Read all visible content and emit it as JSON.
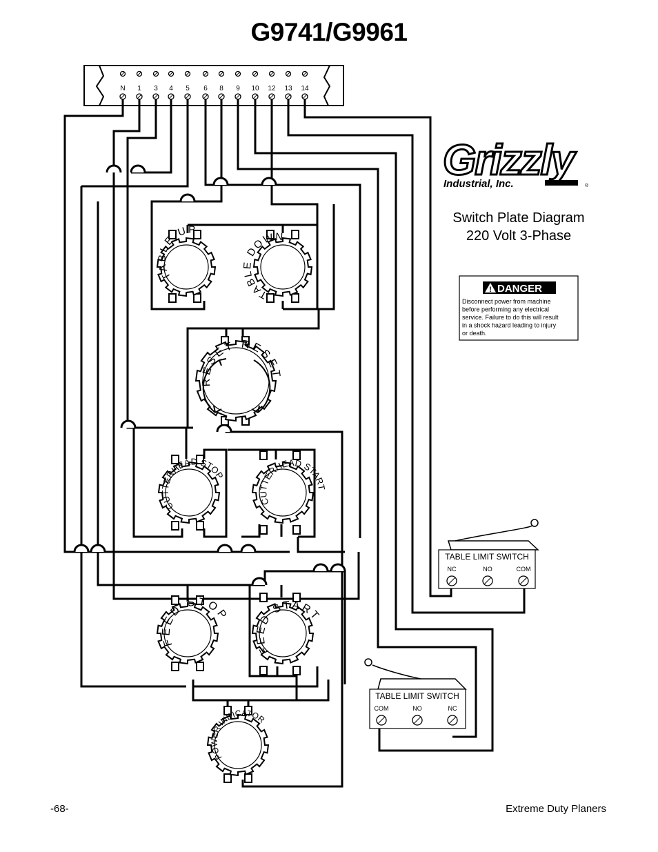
{
  "title": "G9741/G9961",
  "terminal_block": {
    "labels": [
      "N",
      "1",
      "3",
      "4",
      "5",
      "6",
      "8",
      "9",
      "10",
      "12",
      "13",
      "14"
    ]
  },
  "logo": {
    "brand": "Grizzly",
    "sub": "Industrial, Inc.",
    "mark": "®"
  },
  "diagram_caption": {
    "line1": "Switch Plate Diagram",
    "line2": "220 Volt 3-Phase"
  },
  "danger_box": {
    "header": "DANGER",
    "lines": [
      "Disconnect power from machine",
      "before performing any electrical",
      "service. Failure to do this will result",
      "in a shock hazard leading to injury",
      "or death."
    ]
  },
  "switches": {
    "table_up": "TABLE UP",
    "table_down": "TABLE DOWN",
    "reset": "RESET RESET",
    "cutterhead_stop": "CUTTERHEAD STOP",
    "cutterhead_start": "CUTTERHEAD START",
    "feed_stop": "FEED STOP",
    "feed_start": "FEED START",
    "power_indicator": "POWER INDICATOR"
  },
  "limit_switch_upper": {
    "title": "TABLE LIMIT SWITCH",
    "terminals": [
      "NC",
      "NO",
      "COM"
    ]
  },
  "limit_switch_lower": {
    "title": "TABLE LIMIT SWITCH",
    "terminals": [
      "COM",
      "NO",
      "NC"
    ]
  },
  "footer": {
    "page": "-68-",
    "doc_title": "Extreme Duty Planers"
  }
}
